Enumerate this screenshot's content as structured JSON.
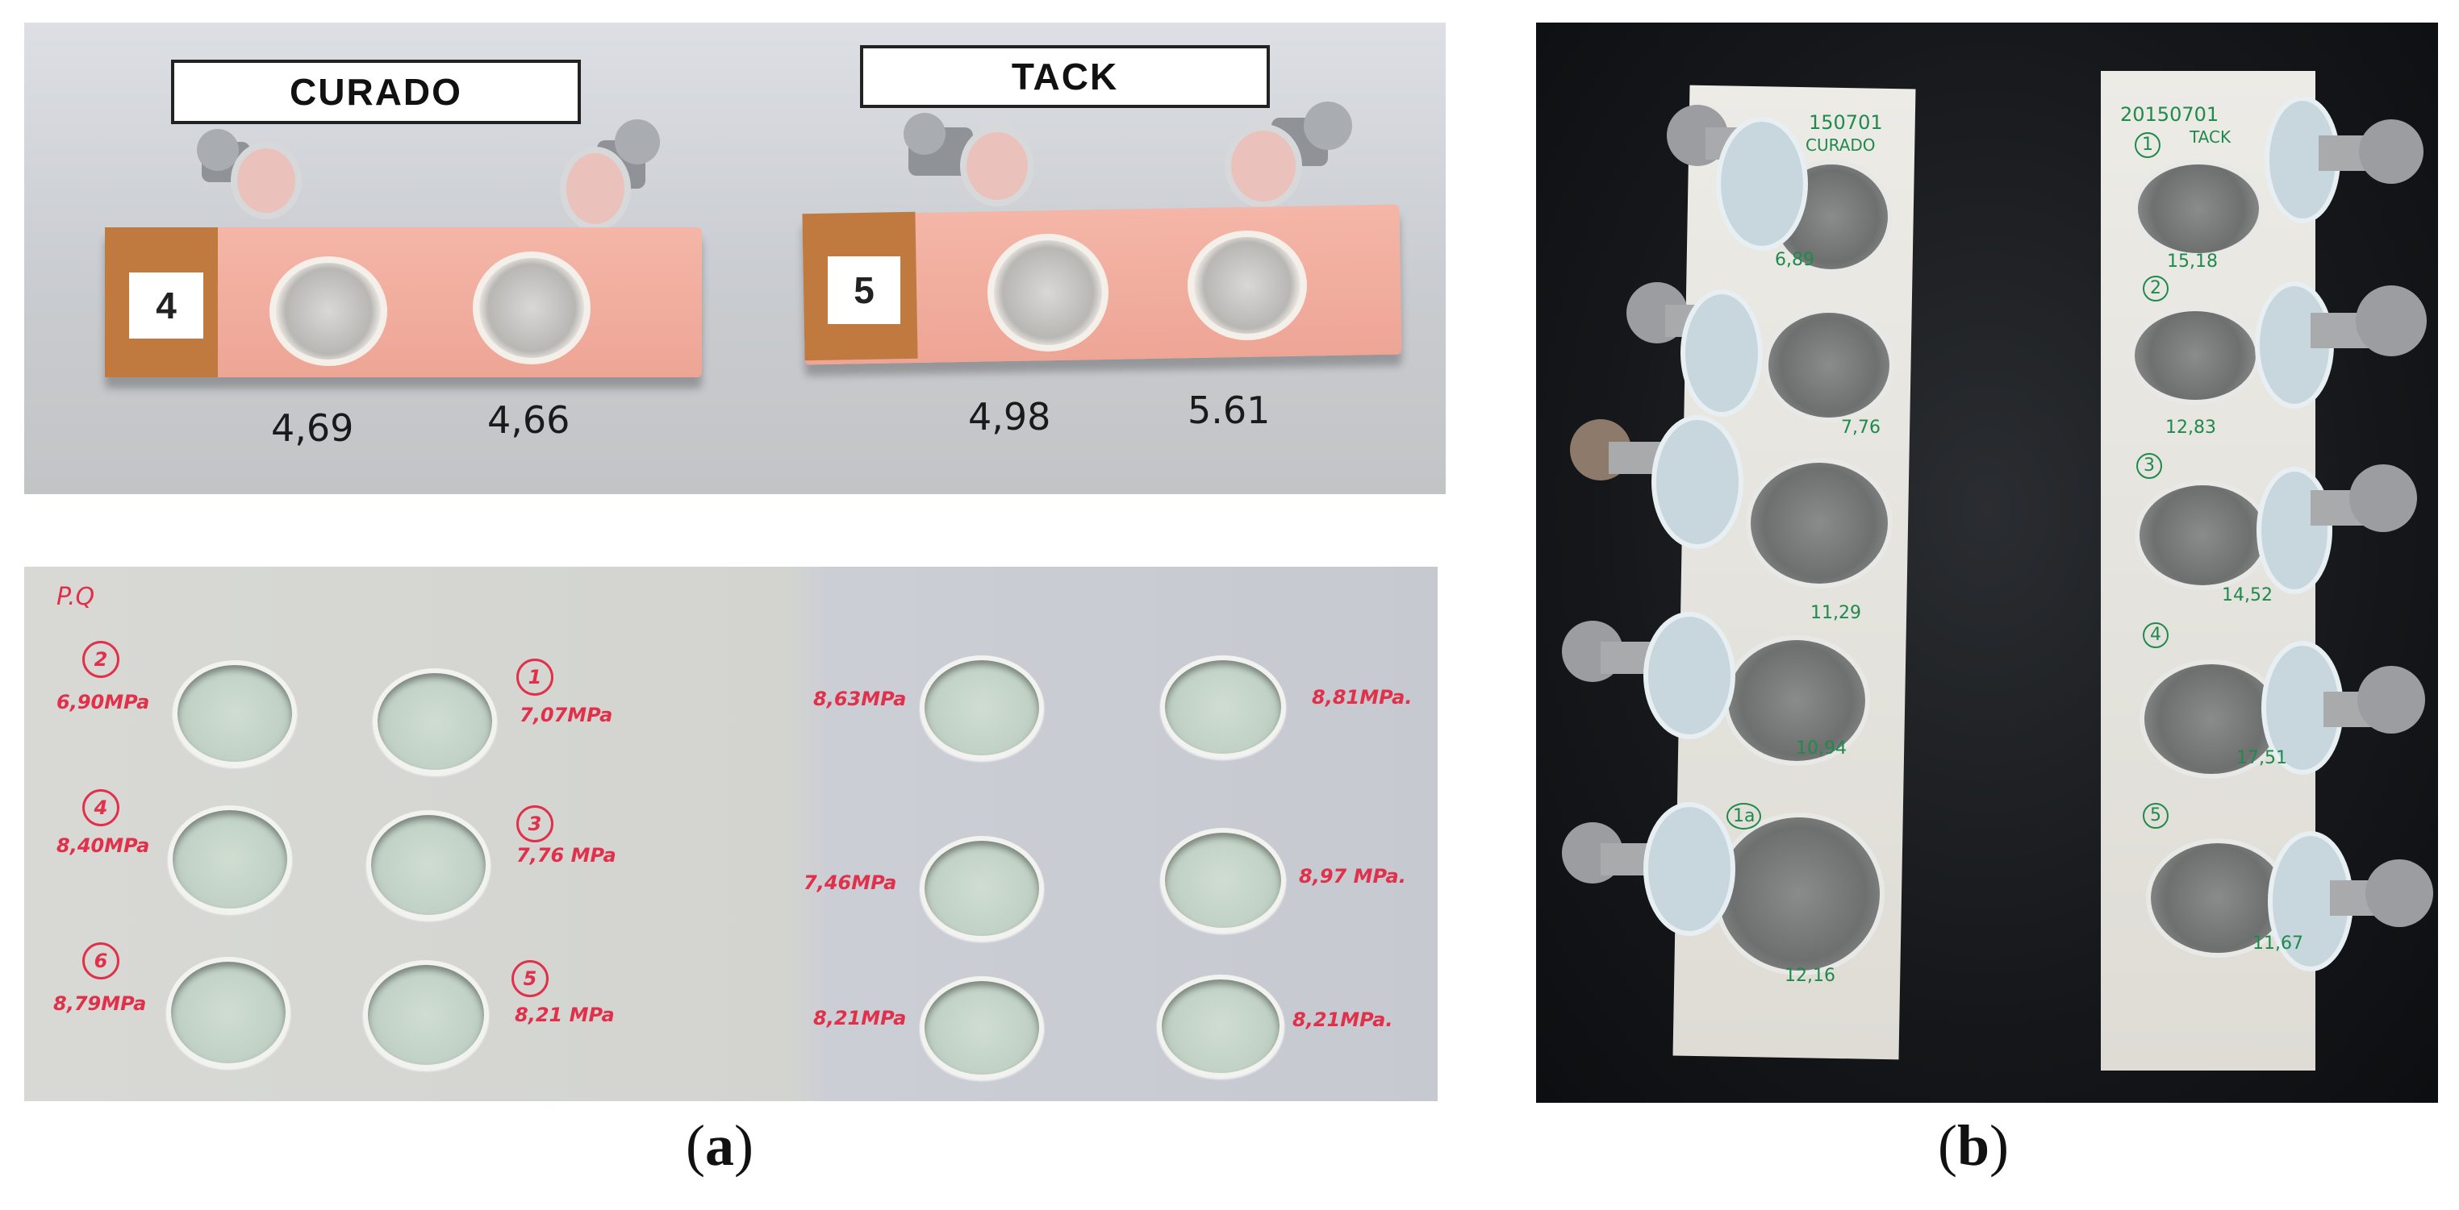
{
  "panel_a": {
    "caption": "(a)",
    "caption_letter": "a",
    "top_photo": {
      "labels": [
        "CURADO",
        "TACK"
      ],
      "strip_tags": [
        "4",
        "5"
      ],
      "values": [
        "4,69",
        "4,66",
        "4,98",
        "5.61"
      ]
    },
    "bottom_photo": {
      "corner_note": "P.Q",
      "left_markers": [
        "2",
        "1",
        "4",
        "3",
        "6",
        "5"
      ],
      "left_values": [
        "6,90MPa",
        "7,07MPa",
        "8,40MPa",
        "7,76 MPa",
        "8,79MPa",
        "8,21 MPa"
      ],
      "right_values": [
        "8,63MPa",
        "8,81MPa.",
        "7,46MPa",
        "8,97 MPa.",
        "8,21MPa",
        "8,21MPa."
      ]
    }
  },
  "panel_b": {
    "caption": "(b)",
    "caption_letter": "b",
    "left_strip": {
      "header": [
        "150701",
        "CURADO"
      ],
      "values": [
        "6,89",
        "7,76",
        "11,29",
        "10,94",
        "12,16"
      ],
      "marker": "1a"
    },
    "right_strip": {
      "header": [
        "20150701",
        "TACK"
      ],
      "markers": [
        "1",
        "2",
        "3",
        "4",
        "5"
      ],
      "values": [
        "15,18",
        "12,83",
        "14,52",
        "17,51",
        "11,67"
      ]
    }
  }
}
